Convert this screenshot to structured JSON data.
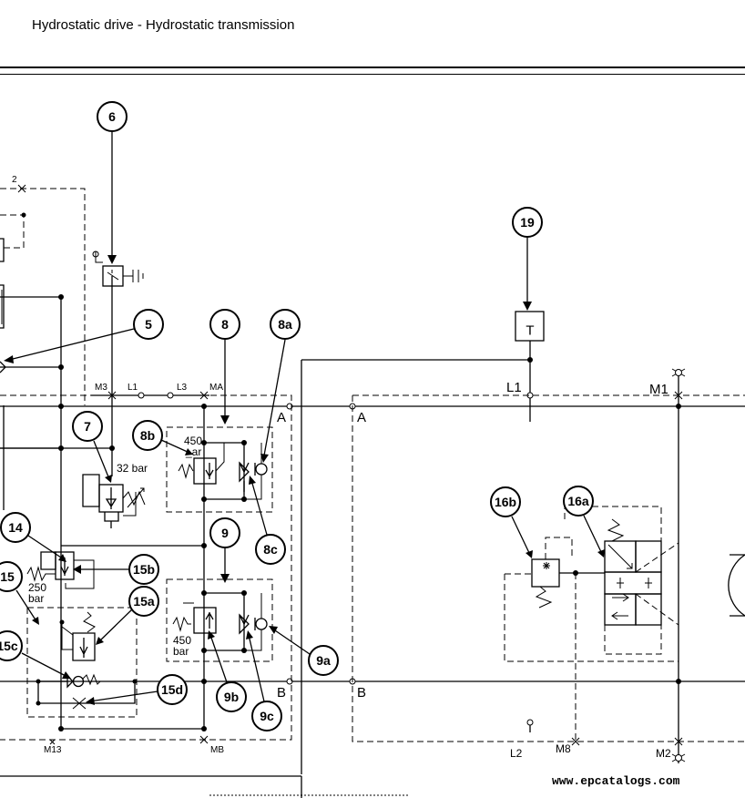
{
  "header": {
    "title": "Hydrostatic drive - Hydrostatic transmission"
  },
  "watermark": "www.epcatalogs.com",
  "callouts": [
    "6",
    "5",
    "8",
    "8a",
    "8b",
    "7",
    "14",
    "15",
    "15b",
    "15a",
    "15c",
    "15d",
    "9",
    "9a",
    "9b",
    "9c",
    "8c",
    "19",
    "16b",
    "16a"
  ],
  "ports": {
    "m3": "M3",
    "l1_small": "L1",
    "l3": "L3",
    "ma": "MA",
    "a_left": "A",
    "b_left": "B",
    "m13": "M13",
    "mb": "MB",
    "l1": "L1",
    "m1": "M1",
    "a_right": "A",
    "b_right": "B",
    "l2": "L2",
    "m8": "M8",
    "m2": "M2",
    "t": "T",
    "two": "2"
  },
  "pressures": {
    "p450_top": "450",
    "p450_top_unit": "_ar",
    "p32": "32 bar",
    "p250": "250",
    "p250_unit": "bar",
    "p450_bottom": "450",
    "p450_bottom_unit": "bar"
  }
}
